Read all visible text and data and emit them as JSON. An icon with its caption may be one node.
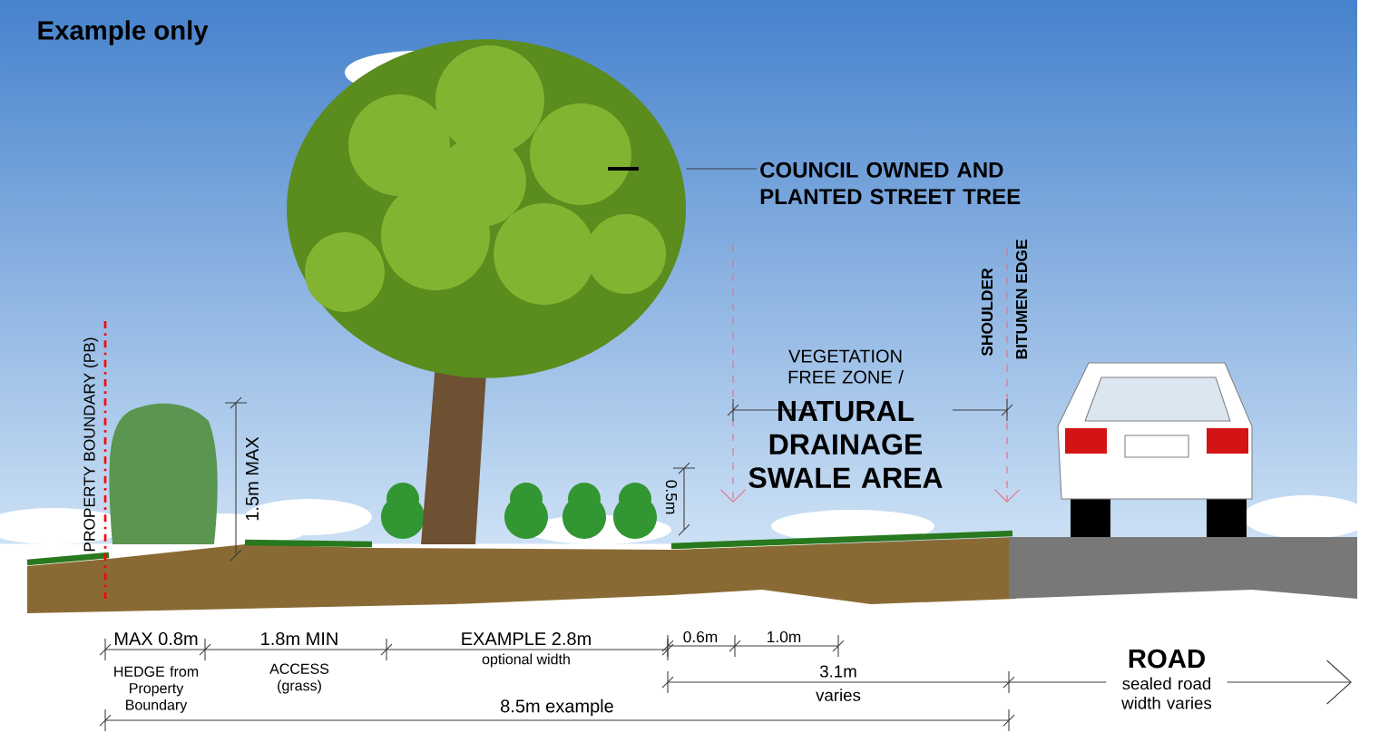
{
  "diagram": {
    "title": "Example only",
    "nodes": [
      {
        "text": [
          "COUNCIL OWNED AND PLANTED STREET TREE"
        ]
      },
      {
        "text": [],
        "shape": "picture"
      }
    ],
    "edges": [
      {
        "from": 0,
        "to": 1,
        "arrow": "none"
      }
    ],
    "labels": [
      "PROPERTY BOUNDARY (PB)",
      "1.5m MAX",
      "0.5m",
      "VEGETATION FREE ZONE /",
      "NATURAL DRAINAGE SWALE AREA",
      "SHOULDER",
      "BITUMEN EDGE",
      "MAX 0.8m",
      "1.8m MIN",
      "EXAMPLE 2.8m",
      "0.6m",
      "1.0m",
      "HEDGE from Property Boundary",
      "ACCESS (grass)",
      "optional width",
      "3.1m",
      "ROAD",
      "varies",
      "sealed road width varies",
      "8.5m example"
    ]
  }
}
